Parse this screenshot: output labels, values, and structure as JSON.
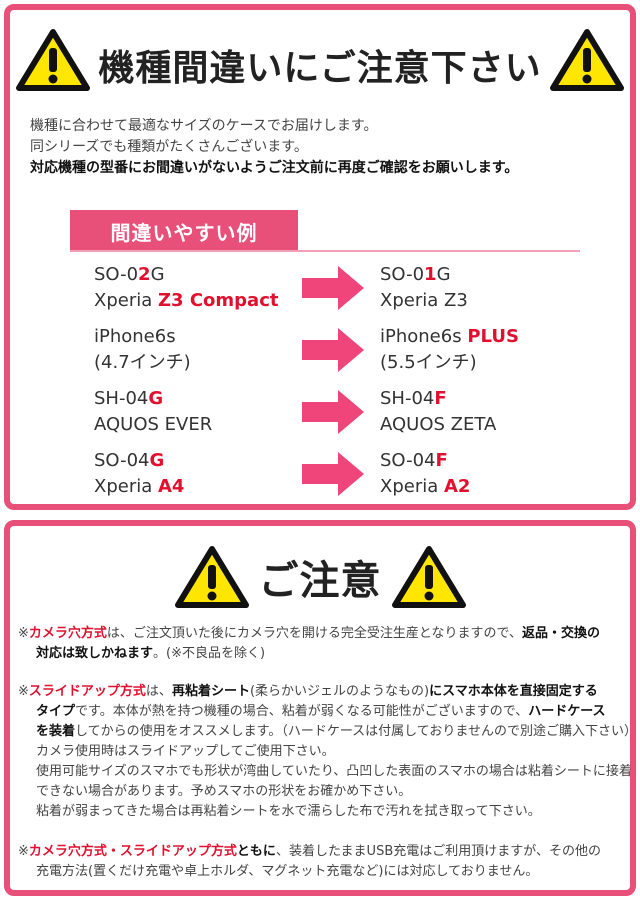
{
  "section1": {
    "title": "機種間違いにご注意下さい",
    "intro": {
      "line1": "機種に合わせて最適なサイズのケースでお届けします。",
      "line2": "同シリーズでも種類がたくさんございます。",
      "line3": "対応機種の型番にお間違いがないようご注文前に再度ご確認をお願いします。"
    },
    "examples_tag": "間違いやすい例",
    "examples": [
      {
        "left_a": "SO-0",
        "left_hl": "2",
        "left_b": "G",
        "left2_a": "Xperia ",
        "left2_hl": "Z3 Compact",
        "right_a": "SO-0",
        "right_hl": "1",
        "right_b": "G",
        "right2_a": "Xperia Z3",
        "right2_hl": ""
      },
      {
        "left_a": "iPhone6s",
        "left_hl": "",
        "left_b": "",
        "left2_a": "(4.7インチ)",
        "left2_hl": "",
        "right_a": "iPhone6s ",
        "right_hl": "PLUS",
        "right_b": "",
        "right2_a": "(5.5インチ)",
        "right2_hl": ""
      },
      {
        "left_a": "SH-04",
        "left_hl": "G",
        "left_b": "",
        "left2_a": "AQUOS EVER",
        "left2_hl": "",
        "right_a": "SH-04",
        "right_hl": "F",
        "right_b": "",
        "right2_a": "AQUOS ZETA",
        "right2_hl": ""
      },
      {
        "left_a": "SO-04",
        "left_hl": "G",
        "left_b": "",
        "left2_a": "Xperia ",
        "left2_hl": "A4",
        "right_a": "SO-04",
        "right_hl": "F",
        "right_b": "",
        "right2_a": "Xperia ",
        "right2_hl": "A2"
      }
    ]
  },
  "section2": {
    "title": "ご注意",
    "note1": {
      "mark": "※",
      "lead": "カメラ穴方式",
      "t1": "は、ご注文頂いた後にカメラ穴を開ける完全受注生産となりますので、",
      "b1": "返品・交換の",
      "b2": "対応は致しかねます",
      "t2": "。(※不良品を除く)"
    },
    "note2": {
      "mark": "※",
      "lead": "スライドアップ方式",
      "t1": "は、",
      "b1": "再粘着シート",
      "t2": "(柔らかいジェルのようなもの)",
      "b2": "にスマホ本体を直接固定する",
      "b3": "タイプ",
      "t3": "です。本体が熱を持つ機種の場合、粘着が弱くなる可能性がございますので、",
      "b4": "ハードケース",
      "b5": "を装着",
      "t4": "してからの使用をオススメします。（ハードケースは付属しておりませんので別途ご購入下さい）",
      "l4": "カメラ使用時はスライドアップしてご使用下さい。",
      "l5": "使用可能サイズのスマホでも形状が湾曲していたり、凸凹した表面のスマホの場合は粘着シートに接着",
      "l6": "できない場合があります。予めスマホの形状をお確かめ下さい。",
      "l7": "粘着が弱まってきた場合は再粘着シートを水で濡らした布で汚れを拭き取って下さい。"
    },
    "note3": {
      "mark": "※",
      "lead": "カメラ穴方式・スライドアップ方式",
      "b1": "ともに",
      "t1": "、装着したままUSB充電はご利用頂けますが、その他の",
      "l2": "充電方法(置くだけ充電や卓上ホルダ、マグネット充電など)には対応しておりません。"
    }
  },
  "colors": {
    "accent": "#e8507a",
    "highlight": "#e0102e",
    "warning_yellow": "#ffe600"
  }
}
